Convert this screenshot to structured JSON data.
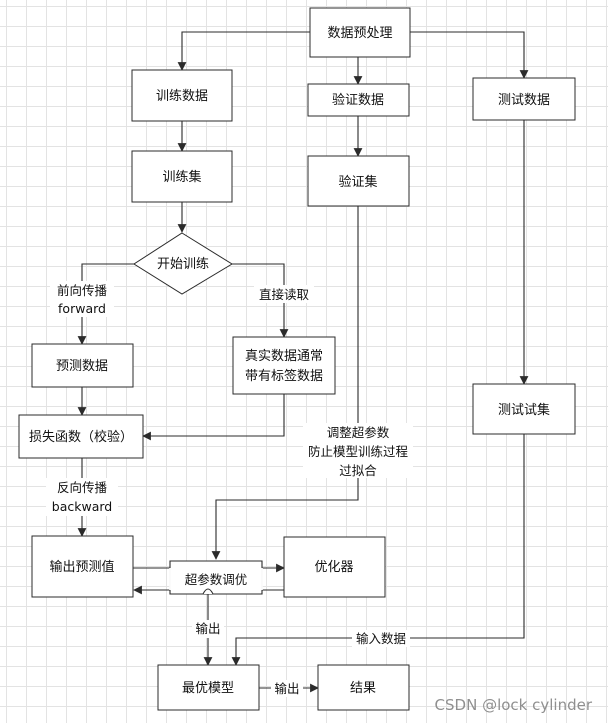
{
  "nodes": {
    "preprocess": "数据预处理",
    "train_data": "训练数据",
    "val_data": "验证数据",
    "test_data": "测试数据",
    "train_set": "训练集",
    "val_set": "验证集",
    "start_train": "开始训练",
    "predict_data": "预测数据",
    "true_data_line1": "真实数据通常",
    "true_data_line2": "带有标签数据",
    "test_set": "测试试集",
    "loss": "损失函数（校验）",
    "output_pred": "输出预测值",
    "optimizer": "优化器",
    "best_model": "最优模型",
    "result": "结果"
  },
  "edge_labels": {
    "forward_line1": "前向传播",
    "forward_line2": "forward",
    "direct_read": "直接读取",
    "backward_line1": "反向传播",
    "backward_line2": "backward",
    "tune_line1": "调整超参数",
    "tune_line2": "防止模型训练过程",
    "tune_line3": "过拟合",
    "hyperparam": "超参数调优",
    "output_1": "输出",
    "input_data": "输入数据",
    "output_2": "输出"
  },
  "watermark": "CSDN @lock cylinder"
}
